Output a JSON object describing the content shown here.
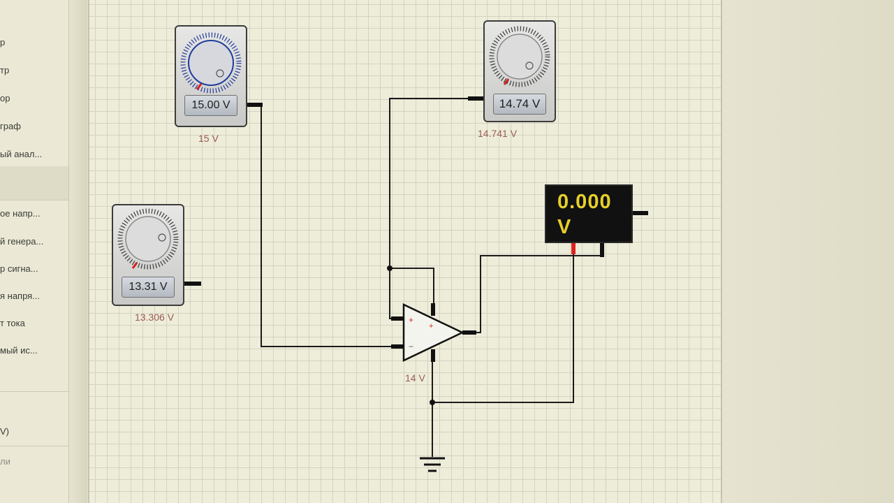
{
  "sidebar": {
    "items": [
      {
        "label": "р"
      },
      {
        "label": "тр"
      },
      {
        "label": "ор"
      },
      {
        "label": "граф"
      },
      {
        "label": "ый анал..."
      },
      {
        "label": "ое напр..."
      },
      {
        "label": "й генера..."
      },
      {
        "label": "р сигна..."
      },
      {
        "label": "я напря..."
      },
      {
        "label": "т тока"
      },
      {
        "label": "мый ис..."
      },
      {
        "label": "V)"
      },
      {
        "label": "ли"
      }
    ]
  },
  "circuit": {
    "sources": [
      {
        "id": "src-15",
        "readout": "15.00 V",
        "label": "15 V"
      },
      {
        "id": "src-1474",
        "readout": "14.74 V",
        "label": "14.741 V"
      },
      {
        "id": "src-1331",
        "readout": "13.31 V",
        "label": "13.306 V"
      }
    ],
    "opamp": {
      "label": "14 V",
      "plus_sign": "+",
      "minus_sign": "−"
    },
    "voltmeter": {
      "value": "0.000",
      "unit": "V"
    }
  },
  "colors": {
    "canvas": "#eeedda",
    "wire": "#1a1a1a",
    "label": "#9a5a52",
    "meter_digits": "#e6cf2a",
    "pin_red": "#e02020"
  }
}
